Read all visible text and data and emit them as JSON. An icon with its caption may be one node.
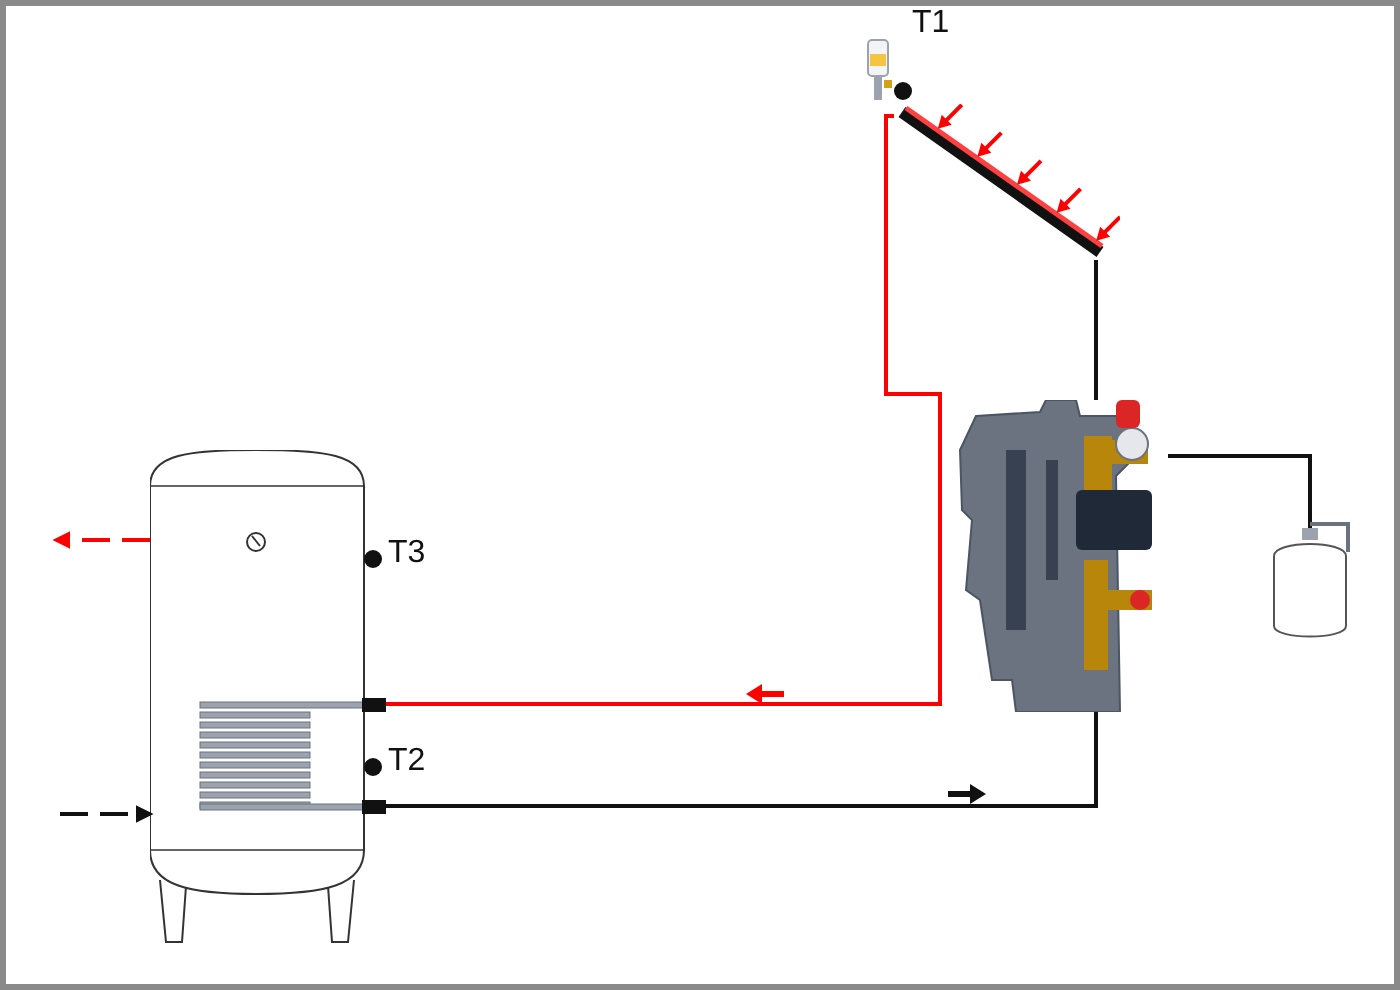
{
  "diagram": {
    "nodes": [
      {
        "text": [],
        "shape": "picture",
        "beside": [
          "T3",
          "T2"
        ]
      },
      {
        "text": [],
        "shape": "picture",
        "beside": [
          "T1"
        ]
      },
      {
        "text": [],
        "shape": "picture"
      },
      {
        "text": [],
        "shape": "cylinder"
      }
    ],
    "edges": [
      {
        "from": 1,
        "to": 0,
        "arrow": "none",
        "color": "#ff0000"
      },
      {
        "from": 0,
        "to": 2,
        "arrow": "none"
      },
      {
        "from": 2,
        "to": 1,
        "arrow": "none"
      },
      {
        "from": 2,
        "to": 3,
        "arrow": "none"
      },
      {
        "from": 0,
        "to": null,
        "arrow": "to",
        "style": "dashed",
        "color": "#ff0000"
      },
      {
        "from": null,
        "to": 0,
        "arrow": "to",
        "style": "dashed"
      }
    ]
  }
}
